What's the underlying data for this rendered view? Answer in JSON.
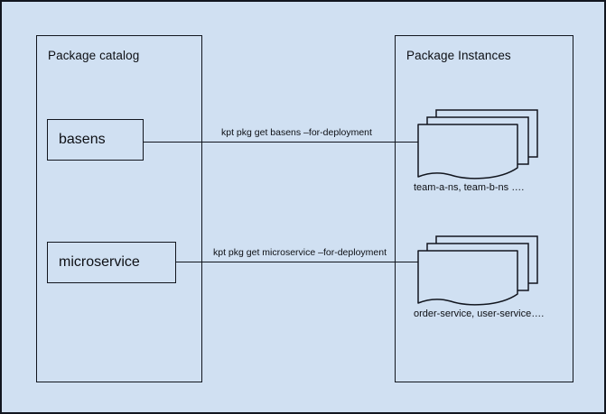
{
  "diagram": {
    "background_color": "#d0e0f2",
    "stroke_color": "#12161f",
    "panels": {
      "catalog": {
        "title": "Package catalog",
        "items": [
          {
            "label": "basens"
          },
          {
            "label": "microservice"
          }
        ]
      },
      "instances": {
        "title": "Package Instances",
        "stacks": [
          {
            "caption": "team-a-ns, team-b-ns ….",
            "sheets": 3
          },
          {
            "caption": "order-service, user-service….",
            "sheets": 3
          }
        ]
      }
    },
    "edges": [
      {
        "from": "basens",
        "to": "team-a-ns, team-b-ns ….",
        "label": "kpt pkg get basens –for-deployment"
      },
      {
        "from": "microservice",
        "to": "order-service, user-service….",
        "label": "kpt pkg get microservice –for-deployment"
      }
    ]
  }
}
